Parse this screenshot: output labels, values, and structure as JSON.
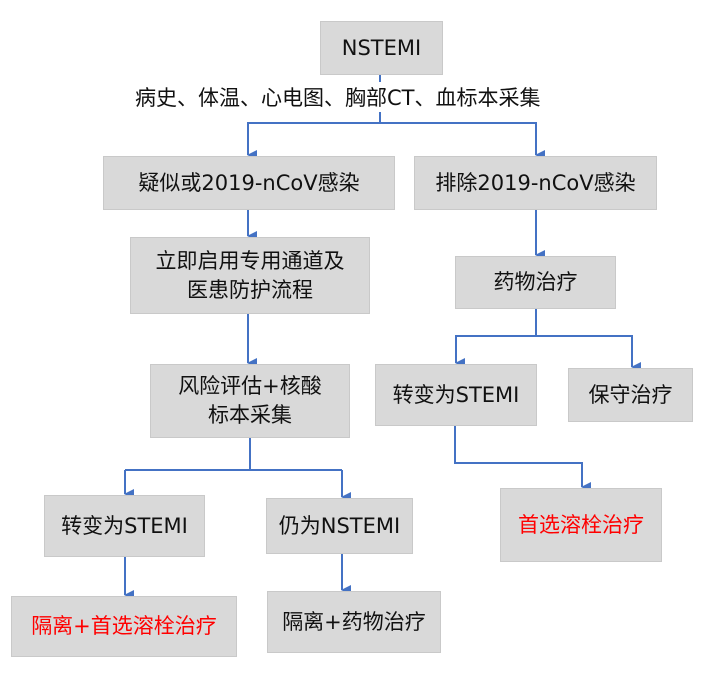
{
  "nodes": {
    "root": "NSTEMI",
    "assessment_label": "病史、体温、心电图、胸部CT、血标本采集",
    "suspected": "疑似或2019-nCoV感染",
    "excluded": "排除2019-nCoV感染",
    "dedicated_channel": "立即启用专用通道及\n医患防护流程",
    "drug_therapy": "药物治疗",
    "risk_assessment": "风险评估+核酸\n标本采集",
    "right_to_stemi": "转变为STEMI",
    "conservative": "保守治疗",
    "right_thrombolysis": "首选溶栓治疗",
    "left_to_stemi": "转变为STEMI",
    "still_nstemi": "仍为NSTEMI",
    "isolation_thrombolysis": "隔离+首选溶栓治疗",
    "isolation_drug": "隔离+药物治疗"
  },
  "colors": {
    "arrow": "#4472c4",
    "box": "#d9d9d9",
    "highlight": "#ff0000"
  }
}
